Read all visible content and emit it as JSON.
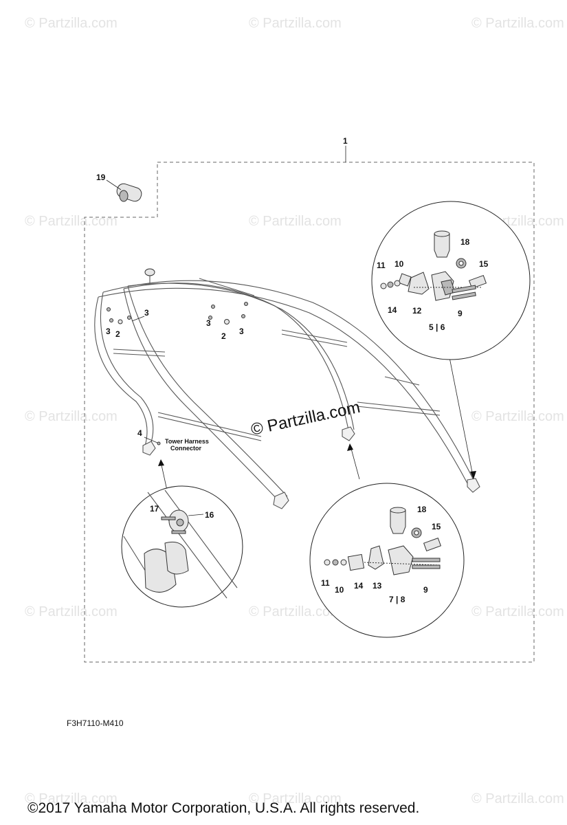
{
  "watermark_text": "© Partzilla.com",
  "center_watermark": "© Partzilla.com",
  "diagram_code": "F3H7110-M410",
  "copyright": "©2017  Yamaha Motor Corporation, U.S.A. All rights reserved.",
  "connector_label": [
    "Tower Harness",
    "Connector"
  ],
  "callouts": {
    "c1": "1",
    "c19": "19",
    "c2a": "2",
    "c3a": "3",
    "c3b": "3",
    "c3c": "3",
    "c2b": "2",
    "c3d": "3",
    "c4": "4",
    "c18a": "18",
    "c11a": "11",
    "c10a": "10",
    "c15a": "15",
    "c14a": "14",
    "c12a": "12",
    "c56": "5 | 6",
    "c9a": "9",
    "c17": "17",
    "c16": "16",
    "c18b": "18",
    "c15b": "15",
    "c11b": "11",
    "c10b": "10",
    "c14b": "14",
    "c13": "13",
    "c78": "7 | 8",
    "c9b": "9"
  },
  "colors": {
    "line": "#555555",
    "text": "#111111",
    "watermark": "#e3e3e3"
  }
}
